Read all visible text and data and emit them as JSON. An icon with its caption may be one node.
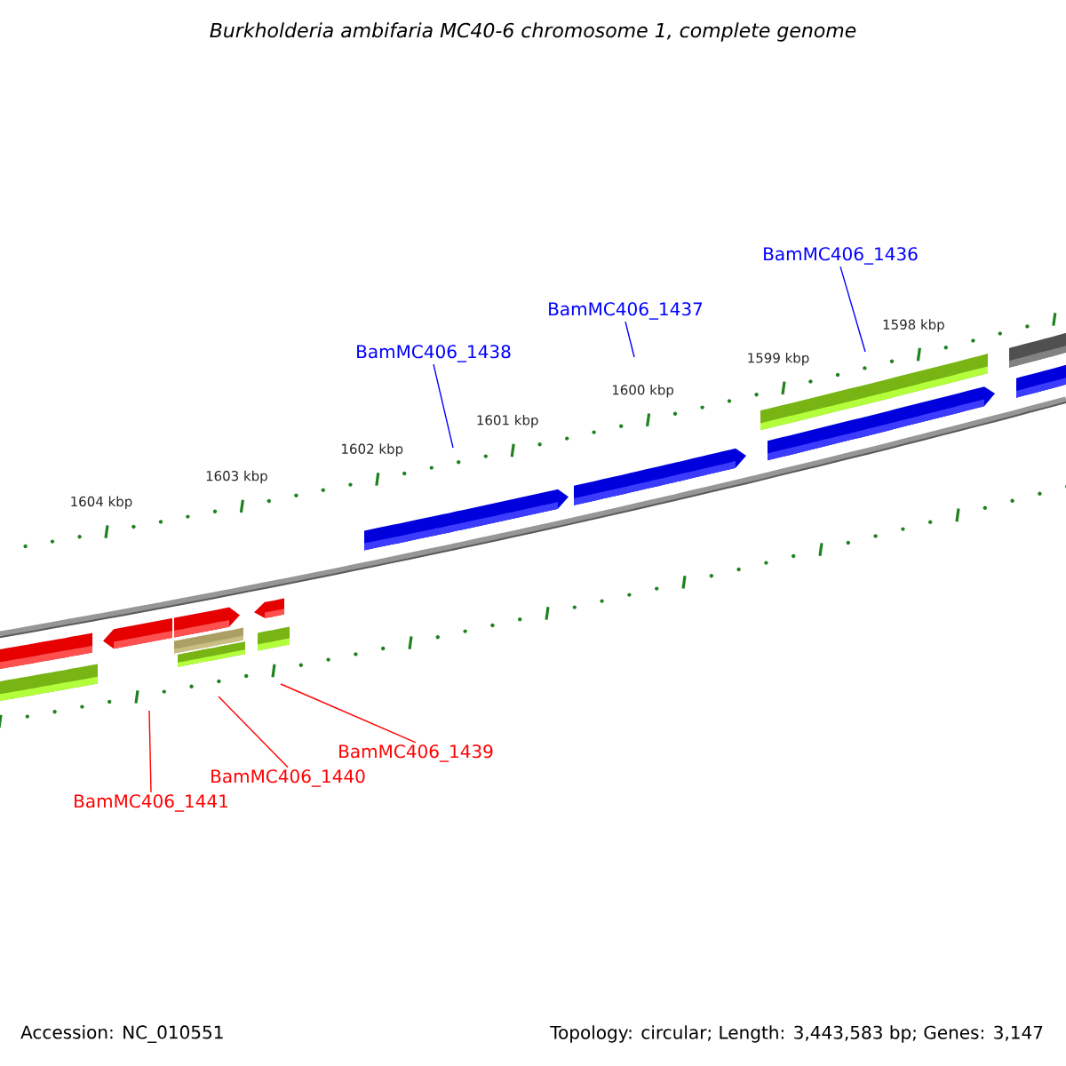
{
  "diagram": {
    "title": "Burkholderia ambifaria MC40-6 chromosome 1, complete genome",
    "nodes": [
      {
        "text": [
          "BamMC406_1436"
        ]
      },
      {
        "text": [
          "BamMC406_1437"
        ]
      },
      {
        "text": [
          "BamMC406_1438"
        ]
      },
      {
        "text": [
          "BamMC406_1439"
        ]
      },
      {
        "text": [
          "BamMC406_1440"
        ]
      },
      {
        "text": [
          "BamMC406_1441"
        ]
      }
    ],
    "edges": [
      {
        "from": 0,
        "to": null,
        "arrow": "none",
        "color": "#0000ff"
      },
      {
        "from": 1,
        "to": null,
        "arrow": "none",
        "color": "#0000ff"
      },
      {
        "from": 2,
        "to": null,
        "arrow": "none",
        "color": "#0000ff"
      },
      {
        "from": 3,
        "to": null,
        "arrow": "none",
        "color": "#ff0000"
      },
      {
        "from": 4,
        "to": null,
        "arrow": "none",
        "color": "#ff0000"
      },
      {
        "from": 5,
        "to": null,
        "arrow": "none",
        "color": "#ff0000"
      }
    ],
    "labels": [
      "1604 kbp",
      "1603 kbp",
      "1602 kbp",
      "1601 kbp",
      "1600 kbp",
      "1599 kbp",
      "1598 kbp",
      "Accession: NC_010551",
      "Topology: circular; Length: 3,443,583 bp; Genes: 3,147"
    ]
  }
}
